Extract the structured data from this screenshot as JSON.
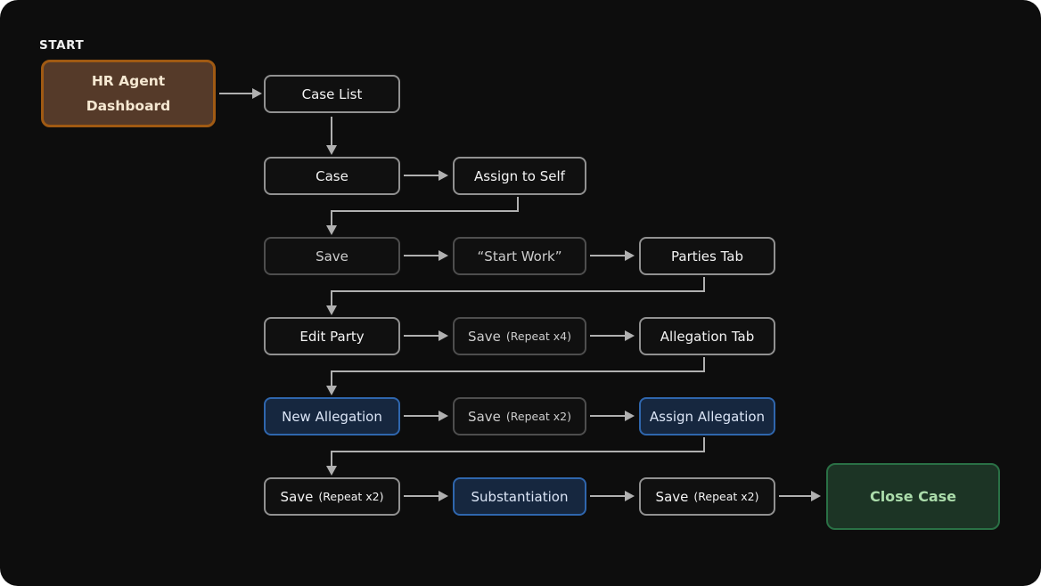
{
  "diagram": {
    "start_label": "START",
    "colors": {
      "canvas_background": "#0d0d0d",
      "node_border_bright": "#919191",
      "node_border_dim": "#4e4e4e",
      "node_text_bright": "#f3f3f3",
      "node_text_dim": "#cdcdcd",
      "blue_node_background": "#16273f",
      "blue_node_border": "#2f66ad",
      "blue_node_text": "#dbe5f6",
      "start_node_background": "#553a29",
      "start_node_border": "#a05a13",
      "start_node_text": "#f5e8d2",
      "end_node_background": "#1c3425",
      "end_node_border": "#2a7045",
      "end_node_text": "#abdcab",
      "connector": "#b0b0b0"
    },
    "nodes": {
      "hr_dashboard": {
        "label": "HR Agent Dashboard"
      },
      "case_list": {
        "label": "Case List"
      },
      "case": {
        "label": "Case"
      },
      "assign_to_self": {
        "label": "Assign to Self"
      },
      "save_1": {
        "label": "Save"
      },
      "start_work": {
        "label": "“Start Work”"
      },
      "parties_tab": {
        "label": "Parties Tab"
      },
      "edit_party": {
        "label": "Edit Party"
      },
      "save_repeat_x4": {
        "label": "Save",
        "suffix": "(Repeat x4)"
      },
      "allegation_tab": {
        "label": "Allegation Tab"
      },
      "new_allegation": {
        "label": "New Allegation"
      },
      "save_repeat_x2_a": {
        "label": "Save",
        "suffix": "(Repeat x2)"
      },
      "assign_allegation": {
        "label": "Assign Allegation"
      },
      "save_repeat_x2_b": {
        "label": "Save",
        "suffix": "(Repeat x2)"
      },
      "substantiation": {
        "label": "Substantiation"
      },
      "save_repeat_x2_c": {
        "label": "Save",
        "suffix": "(Repeat x2)"
      },
      "close_case": {
        "label": "Close Case"
      }
    }
  }
}
